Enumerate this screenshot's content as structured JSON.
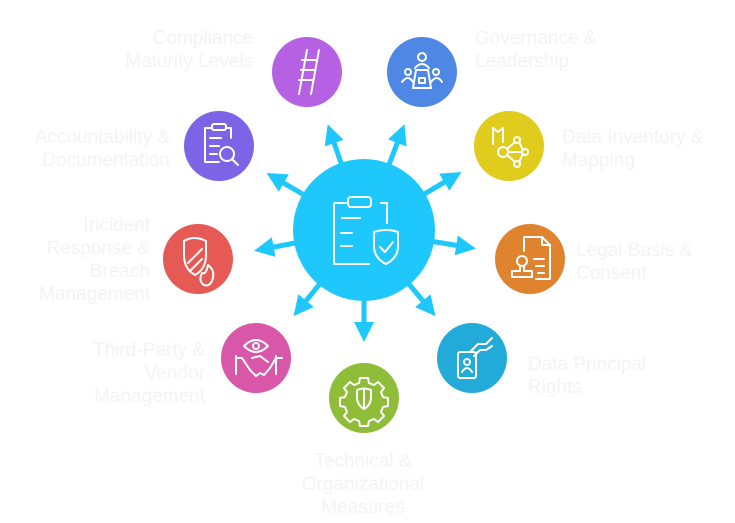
{
  "center": {
    "name": "clipboard-shield",
    "color": "#1ec8fc"
  },
  "nodes": [
    {
      "label": "Compliance Maturity Levels",
      "lines": [
        "Compliance",
        "Maturity Levels"
      ],
      "icon": "ladder-icon",
      "color": "#b660e4"
    },
    {
      "label": "Governance & Leadership",
      "lines": [
        "Governance &",
        "Leadership"
      ],
      "icon": "meeting-icon",
      "color": "#4f88e4"
    },
    {
      "label": "Data Inventory & Mapping",
      "lines": [
        "Data Inventory &",
        "Mapping"
      ],
      "icon": "data-map-icon",
      "color": "#dfcc1c"
    },
    {
      "label": "Legal Basis & Consent",
      "lines": [
        "Legal Basis &",
        "Consent"
      ],
      "icon": "stamp-document-icon",
      "color": "#e0832f"
    },
    {
      "label": "Data Principal Rights",
      "lines": [
        "Data Principal",
        "Rights"
      ],
      "icon": "id-card-hand-icon",
      "color": "#22abd9"
    },
    {
      "label": "Technical & Organizational Measures",
      "lines": [
        "Technical &",
        "Organizational",
        "Measures"
      ],
      "icon": "gear-shield-icon",
      "color": "#8fbd3a"
    },
    {
      "label": "Third-Party & Vendor Management",
      "lines": [
        "Third-Party &",
        "Vendor",
        "Management"
      ],
      "icon": "handshake-eye-icon",
      "color": "#d957a8"
    },
    {
      "label": "Incident Response & Breach Management",
      "lines": [
        "Incident",
        "Response &",
        "Breach",
        "Management"
      ],
      "icon": "shield-fire-icon",
      "color": "#e55a55"
    },
    {
      "label": "Accountability & Documentation",
      "lines": [
        "Accountability &",
        "Documentation"
      ],
      "icon": "clipboard-search-icon",
      "color": "#7b64e6"
    }
  ]
}
